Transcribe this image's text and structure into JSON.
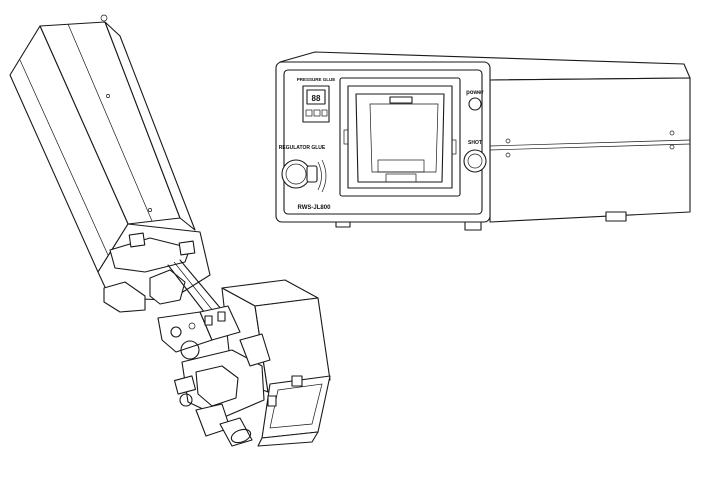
{
  "controller": {
    "pressure_label": "PRESSURE GLUE",
    "regulator_label": "REGULATOR GLUE",
    "model_label": "RWS-JL800",
    "power_label": "power",
    "shot_label": "SHOT",
    "pressure_display": "88"
  }
}
